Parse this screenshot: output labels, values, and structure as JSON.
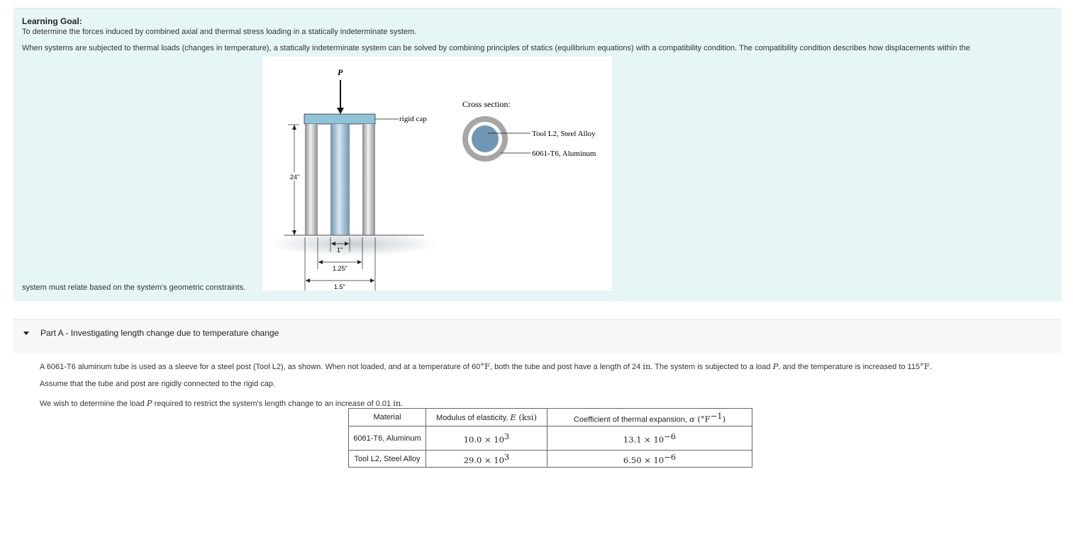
{
  "learning_goal": {
    "title": "Learning Goal:",
    "objective": "To determine the forces induced by combined axial and thermal stress loading in a statically indeterminate system.",
    "intro_line1": "When systems are subjected to thermal loads (changes in temperature), a statically indeterminate system can be solved by combining principles of statics (equilibrium equations) with a compatibility condition. The compatibility condition describes how displacements within the",
    "intro_line2": "system must relate based on the system's geometric constraints."
  },
  "figure": {
    "load_label": "P",
    "cap_label": "rigid cap",
    "height_label": "24\"",
    "inner_dia_label": "1\"",
    "mid_dia_label": "1.25\"",
    "outer_dia_label": "1.5\"",
    "cross_section_title": "Cross section:",
    "steel_label": "Tool L2, Steel Alloy",
    "aluminum_label": "6061-T6, Aluminum",
    "colors": {
      "steel": "#6f97b5",
      "aluminum": "#a6a6a6",
      "cap": "#8fc3d8"
    }
  },
  "part_a": {
    "label": "Part A",
    "title": " - Investigating length change due to temperature change",
    "p1_a": "A 6061-T6 aluminum tube is used as a sleeve for a steel post (Tool L2), as shown. When not loaded, and at a temperature of 60",
    "p1_unit1": "°F",
    "p1_b": ", both the tube and post have a length of 24 ",
    "p1_unit2": "in",
    "p1_c": ". The system is subjected to a load ",
    "p1_var": "P",
    "p1_d": ", and the temperature is increased to 115",
    "p1_unit3": "°F",
    "p1_e": ".",
    "p2": "Assume that the tube and post are rigidly connected to the rigid cap.",
    "p3_a": "We wish to determine the load ",
    "p3_var": "P",
    "p3_b": " required to restrict the system's length change to an increase of 0.01 ",
    "p3_unit": "in",
    "p3_c": "."
  },
  "table": {
    "headers": {
      "material": "Material",
      "modulus_a": "Modulus of elasticity, ",
      "modulus_var": "E",
      "modulus_unit": " (ksi)",
      "cte_a": "Coefficient of thermal expansion, ",
      "cte_var": "α",
      "cte_unit": " (°F",
      "cte_exp": "−1",
      "cte_close": ")"
    },
    "rows": [
      {
        "material": "6061-T6, Aluminum",
        "E_base": "10.0 × 10",
        "E_exp": "3",
        "alpha_base": "13.1 × 10",
        "alpha_exp": "−6"
      },
      {
        "material": "Tool L2, Steel Alloy",
        "E_base": "29.0 × 10",
        "E_exp": "3",
        "alpha_base": "6.50 × 10",
        "alpha_exp": "−6"
      }
    ]
  }
}
